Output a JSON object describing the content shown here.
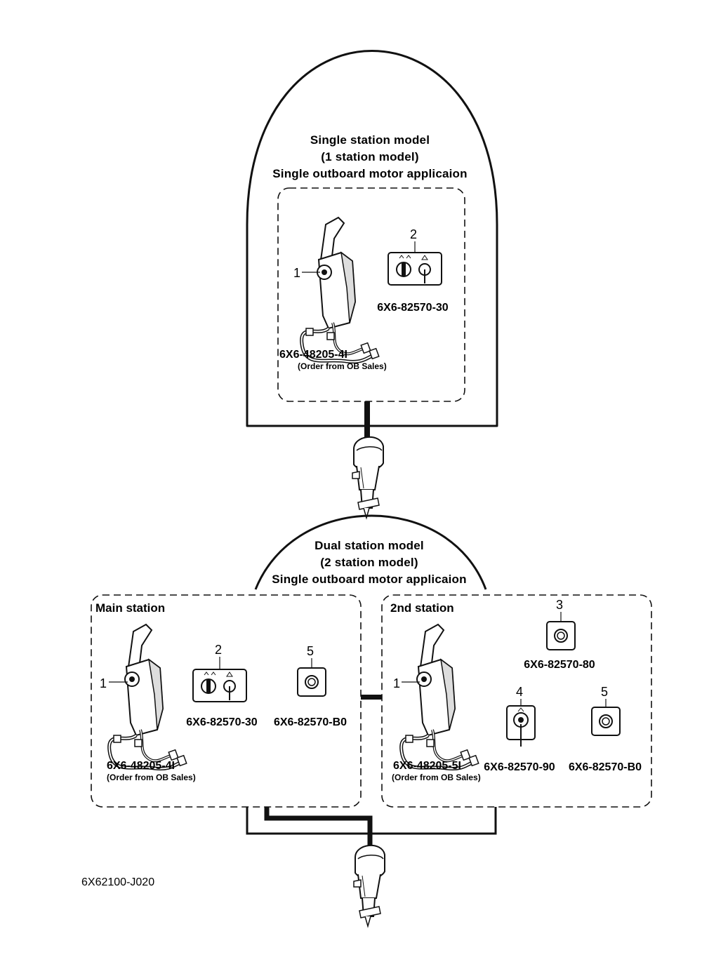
{
  "single": {
    "title_lines": [
      "Single station model",
      "(1 station model)",
      "Single outboard motor applicaion"
    ],
    "items": {
      "callout_1": "1",
      "callout_2": "2",
      "part_1": "6X6-48205-4I",
      "part_1_note": "(Order from OB Sales)",
      "part_2": "6X6-82570-30"
    }
  },
  "dual": {
    "title_lines": [
      "Dual station model",
      "(2 station model)",
      "Single outboard motor applicaion"
    ],
    "main": {
      "label": "Main station",
      "callout_1": "1",
      "callout_2": "2",
      "callout_5": "5",
      "part_1": "6X6-48205-4I",
      "part_1_note": "(Order from OB Sales)",
      "part_2": "6X6-82570-30",
      "part_5": "6X6-82570-B0"
    },
    "second": {
      "label": "2nd station",
      "callout_1": "1",
      "callout_3": "3",
      "callout_4": "4",
      "callout_5": "5",
      "part_1": "6X6-48205-5I",
      "part_1_note": "(Order from OB Sales)",
      "part_3": "6X6-82570-80",
      "part_4": "6X6-82570-90",
      "part_5": "6X6-82570-B0"
    }
  },
  "figure_ref": "6X62100-J020"
}
